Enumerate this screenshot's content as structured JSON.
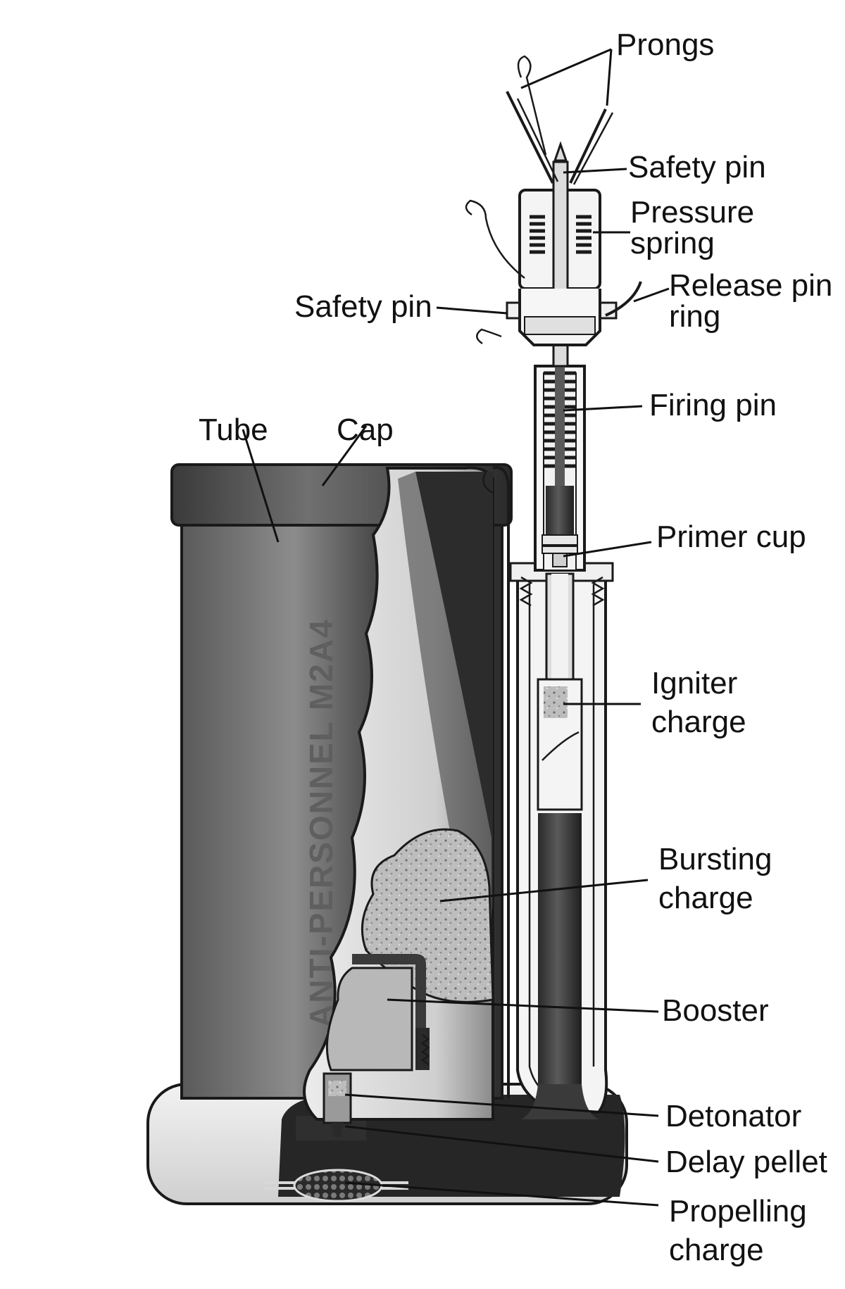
{
  "labels": {
    "prongs": "Prongs",
    "safety_pin_top": "Safety pin",
    "pressure_spring_1": "Pressure",
    "pressure_spring_2": "spring",
    "release_pin_ring_1": "Release pin",
    "release_pin_ring_2": "ring",
    "safety_pin_side": "Safety pin",
    "firing_pin": "Firing pin",
    "tube": "Tube",
    "cap": "Cap",
    "primer_cup": "Primer cup",
    "igniter_charge_1": "Igniter",
    "igniter_charge_2": "charge",
    "bursting_charge_1": "Bursting",
    "bursting_charge_2": "charge",
    "booster": "Booster",
    "detonator": "Detonator",
    "delay_pellet": "Delay pellet",
    "propelling_charge_1": "Propelling",
    "propelling_charge_2": "charge"
  },
  "tube_marking": "ANTI-PERSONNEL M2A4"
}
